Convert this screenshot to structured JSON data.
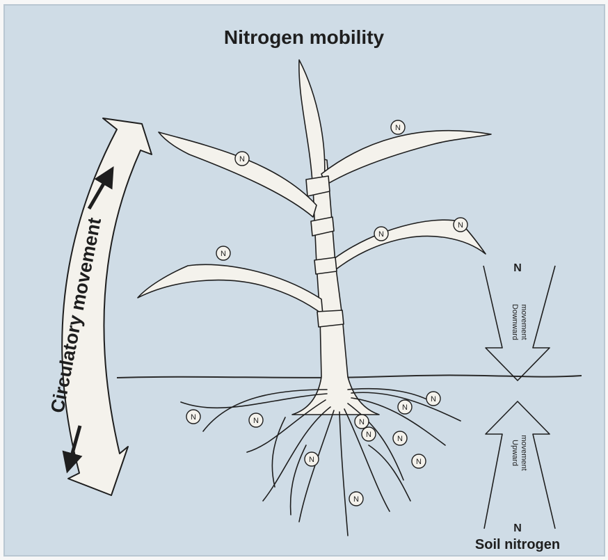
{
  "title": "Nitrogen mobility",
  "circulatory_label": "Circulatory movement",
  "downward_label_line1": "Downward",
  "downward_label_line2": "movement",
  "upward_label_line1": "Upward",
  "upward_label_line2": "movement",
  "n_symbol": "N",
  "soil_label": "Soil nitrogen",
  "colors": {
    "background": "#cfdce6",
    "plant_fill": "#f4f2ec",
    "ink": "#1e1e1e"
  }
}
